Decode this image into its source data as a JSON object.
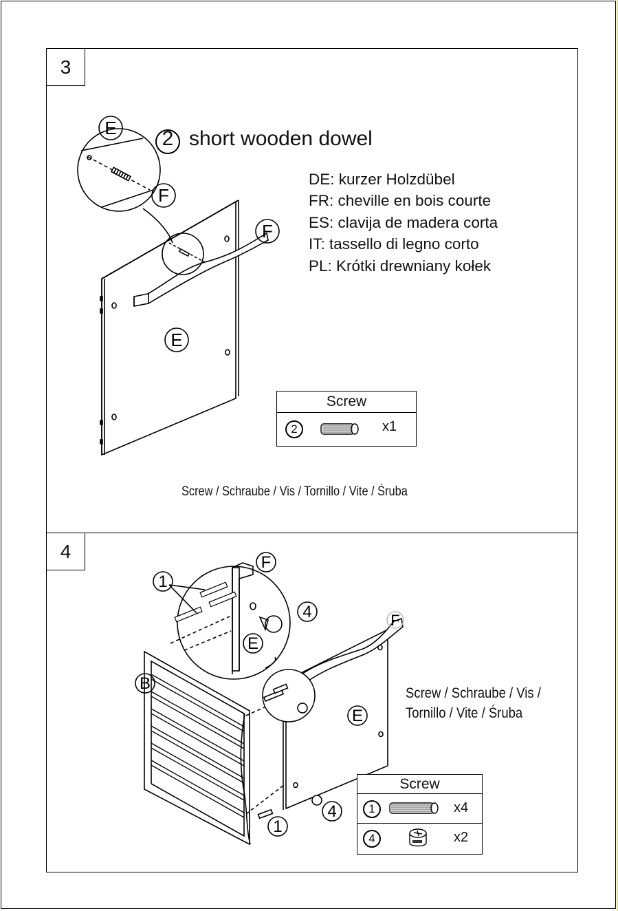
{
  "step3": {
    "number": "3",
    "title": "short wooden dowel",
    "title_part": "2",
    "translations": [
      "DE: kurzer Holzdübel",
      "FR: cheville en bois courte",
      "ES: clavija de madera corta",
      "IT: tassello di legno corto",
      "PL: Krótki drewniany kołek"
    ],
    "part_labels": {
      "e_top": "E",
      "f_detail": "F",
      "f_rail": "F",
      "e_panel": "E"
    },
    "legend": {
      "header": "Screw",
      "rows": [
        {
          "part": "2",
          "icon": "wooden-dowel-icon",
          "qty": "x1"
        }
      ]
    },
    "caption": "Screw / Schraube / Vis / Tornillo / Vite / Śruba"
  },
  "step4": {
    "number": "4",
    "caption_line1": "Screw / Schraube / Vis /",
    "caption_line2": "Tornillo / Vite / Śruba",
    "part_labels": {
      "dowel_callout": "1",
      "f_detail": "F",
      "cam_callout": "4",
      "e_detail": "E",
      "f_rail": "F",
      "b_panel": "B",
      "e_panel": "E",
      "cam_lower": "4",
      "dowel_lower": "1"
    },
    "legend": {
      "header": "Screw",
      "rows": [
        {
          "part": "1",
          "icon": "wooden-dowel-icon",
          "qty": "x4"
        },
        {
          "part": "4",
          "icon": "cam-lock-icon",
          "qty": "x2"
        }
      ]
    }
  }
}
